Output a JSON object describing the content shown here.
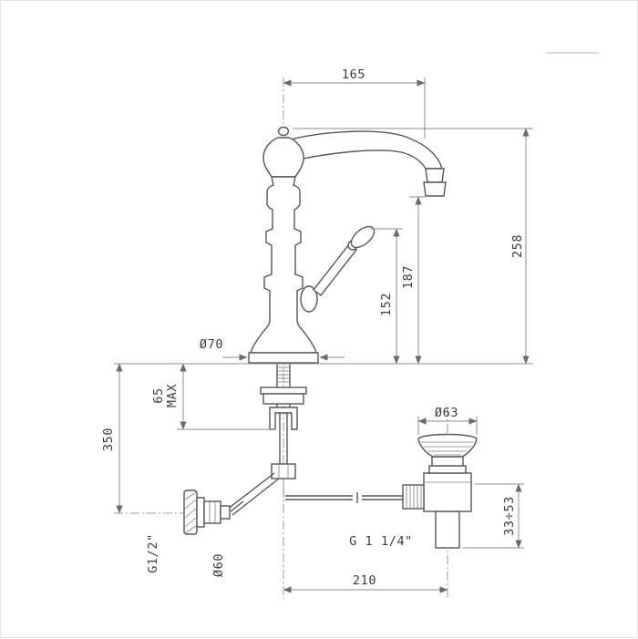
{
  "drawing_type": "faucet-installation-technical-drawing",
  "dims": {
    "reach": "165",
    "height": "258",
    "spout_height": "187",
    "handle_height": "152",
    "base_dia": "Ø70",
    "deck_max": "65",
    "deck_max_label": "MAX",
    "supply_len": "350",
    "waste_dia": "Ø63",
    "waste_range": "33÷53",
    "supply_thread": "G1/2\"",
    "wall_dia": "Ø60",
    "waste_thread": "G 1 1/4\"",
    "spacing": "210"
  }
}
